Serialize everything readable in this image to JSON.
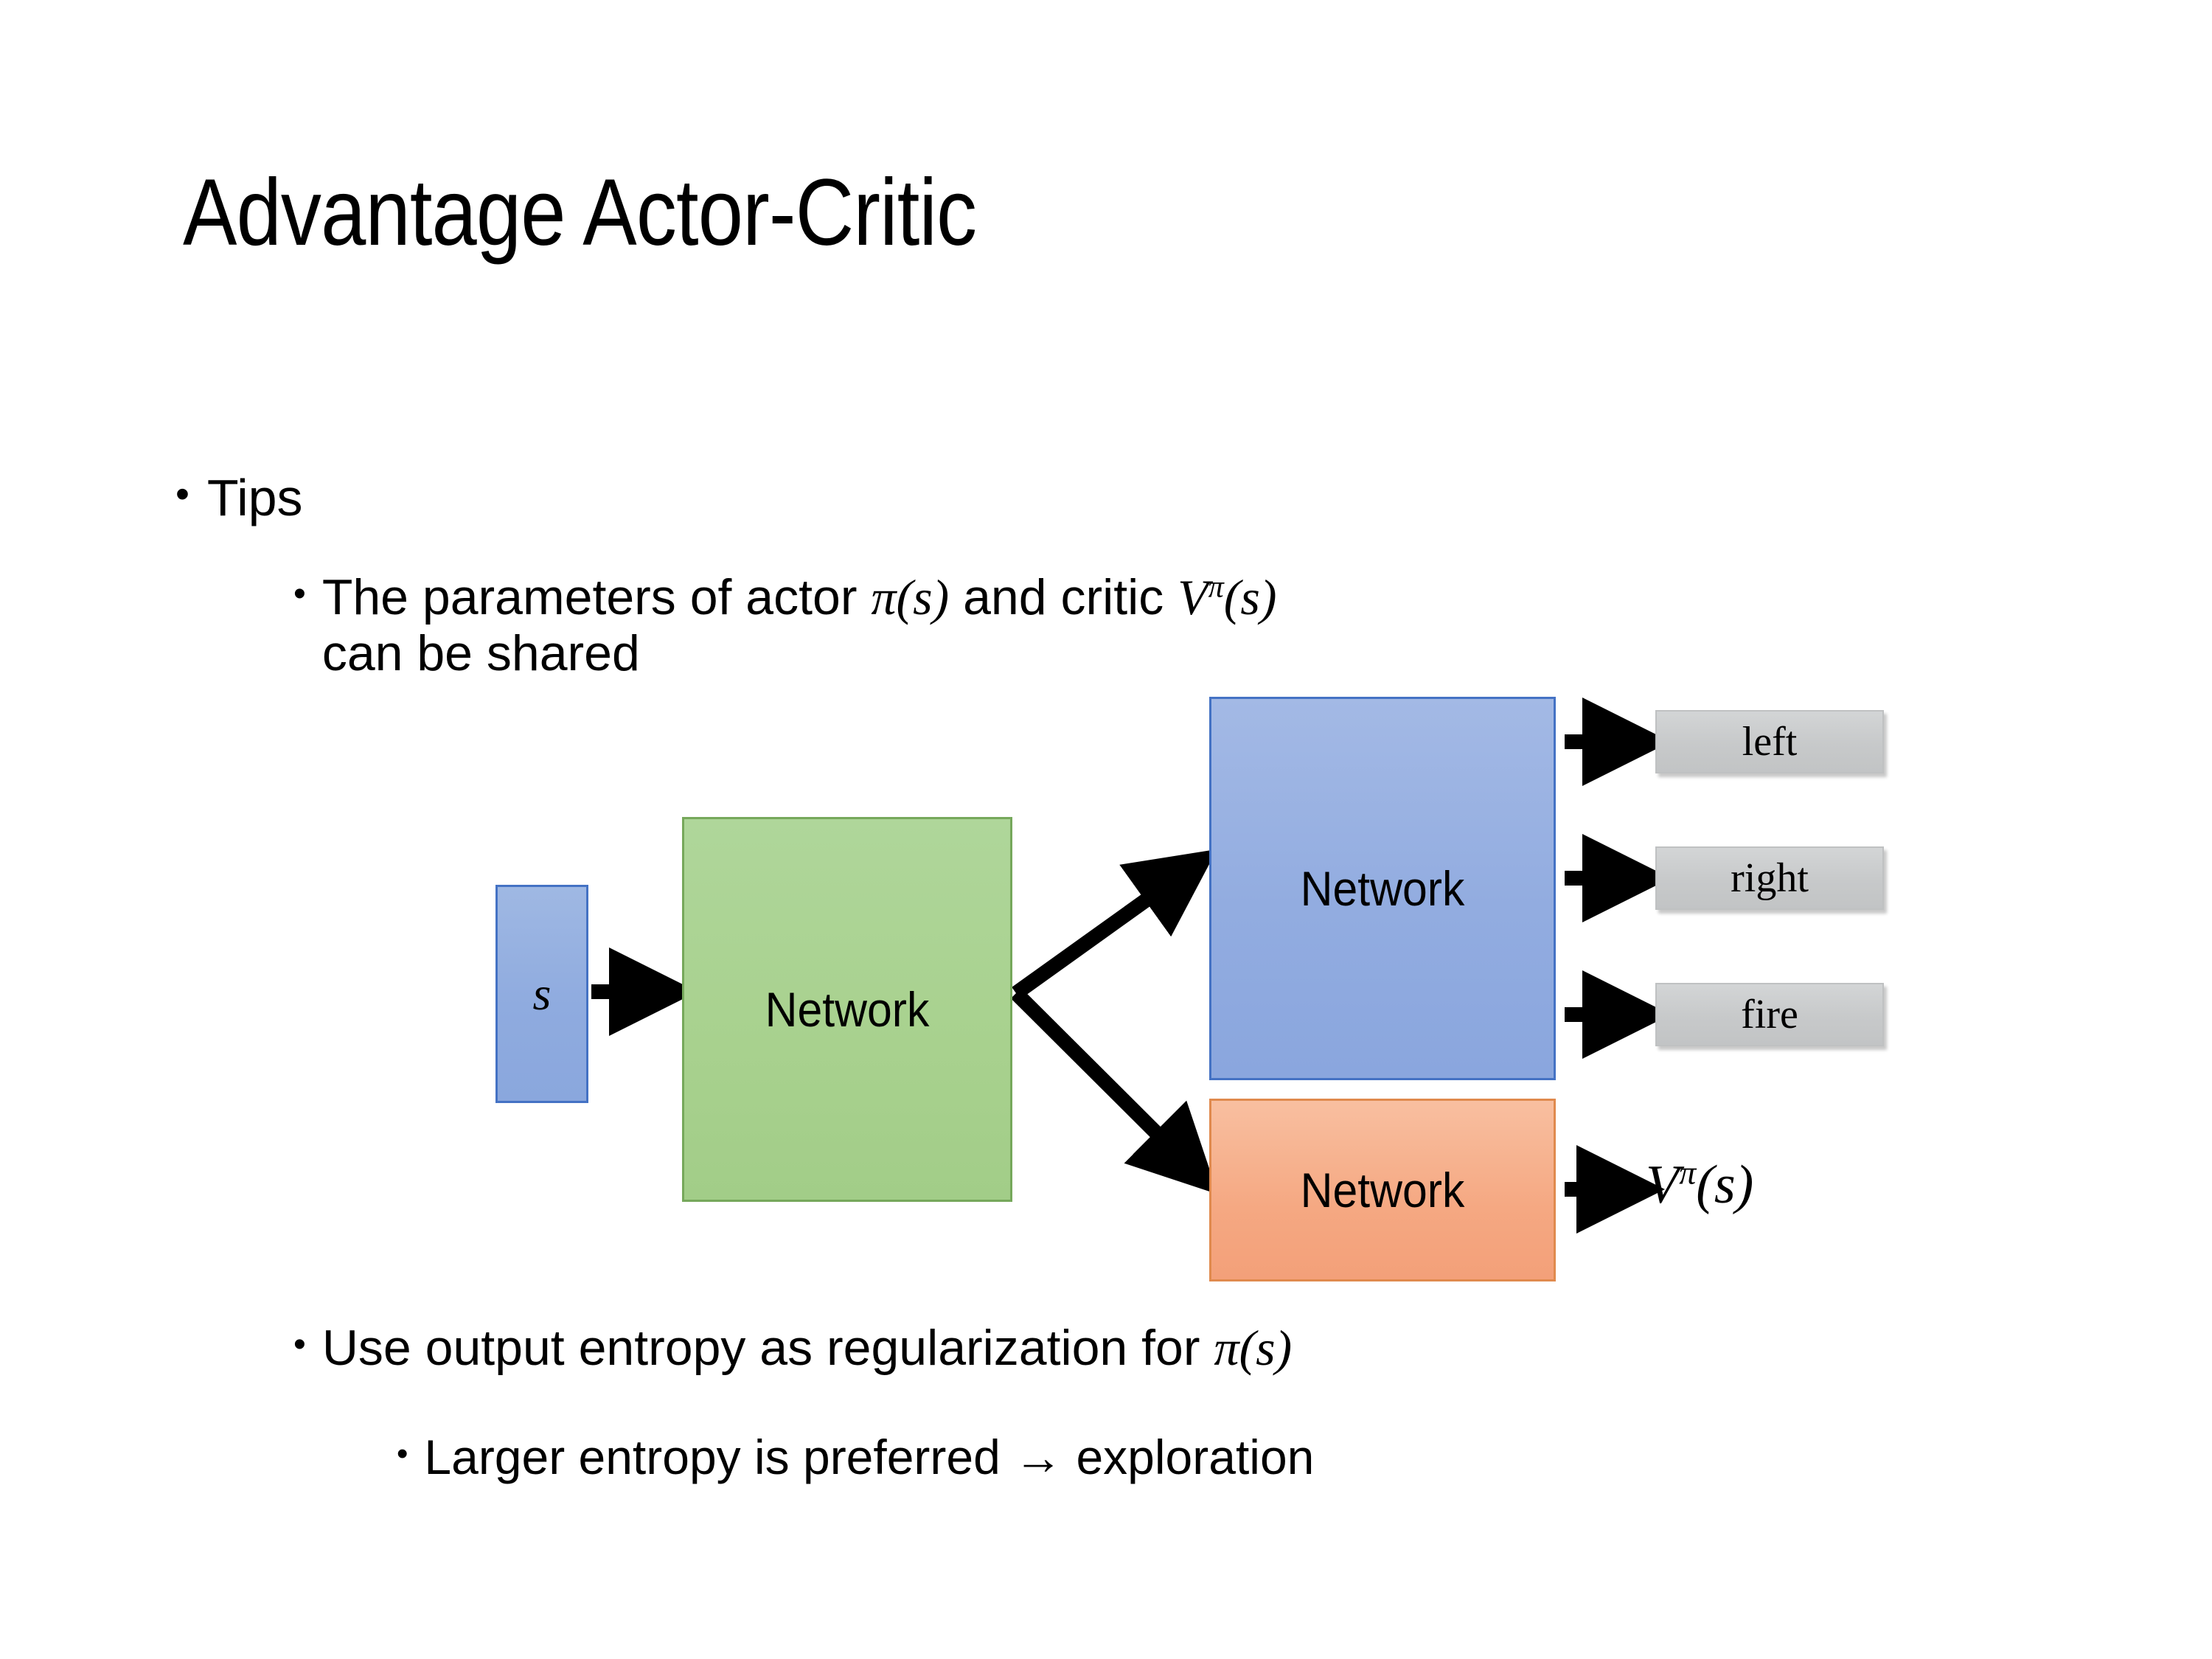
{
  "slide": {
    "title": "Advantage Actor-Critic",
    "background_color": "#FFFFFF"
  },
  "bullets": {
    "level1": {
      "marker": "•",
      "text": "Tips"
    },
    "params": {
      "marker": "•",
      "prefix": "The parameters of actor ",
      "actor_symbol": "π",
      "actor_arg": "(s)",
      "middle": "  and critic ",
      "critic_symbol": "V",
      "critic_superscript": "π",
      "critic_arg": "(s)",
      "continuation": "can be shared"
    },
    "entropy": {
      "marker": "•",
      "prefix": "Use output entropy as regularization for ",
      "symbol": "π",
      "arg": "(s)"
    },
    "larger": {
      "marker": "•",
      "text": "Larger entropy is preferred → exploration"
    }
  },
  "diagram": {
    "state_box": {
      "label": "s",
      "fill": "#92ACE0",
      "border": "#4472C4"
    },
    "shared_network": {
      "label": "Network",
      "fill": "#A8D18E",
      "border": "#76A85B"
    },
    "actor_network": {
      "label": "Network",
      "fill": "#92ACE0",
      "border": "#4472C4"
    },
    "critic_network": {
      "label": "Network",
      "fill": "#F5A882",
      "border": "#E08A4E"
    },
    "actions": [
      {
        "label": "left",
        "fill": "#C7C9CA"
      },
      {
        "label": "right",
        "fill": "#C7C9CA"
      },
      {
        "label": "fire",
        "fill": "#C7C9CA"
      }
    ],
    "critic_output": {
      "symbol": "V",
      "superscript": "π",
      "arg": "(s)"
    },
    "arrow_color": "#000000"
  }
}
